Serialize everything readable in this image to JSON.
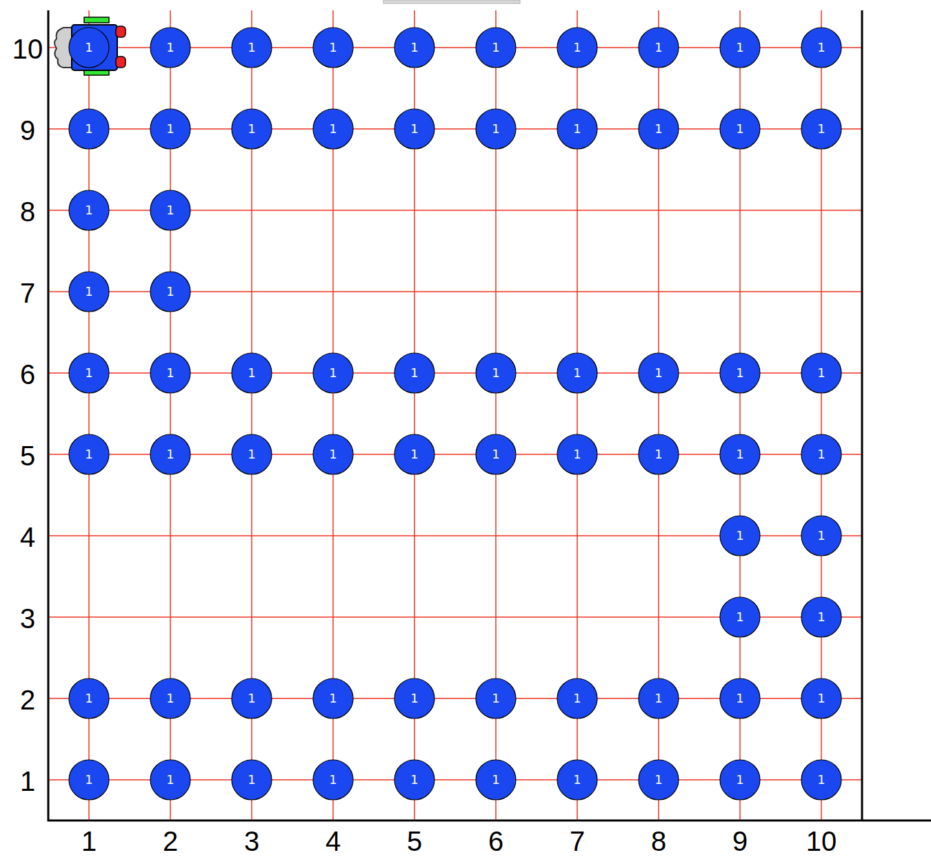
{
  "diagram": {
    "nodes": [
      {
        "text": [
          "1"
        ]
      },
      {
        "text": [
          "1"
        ]
      },
      {
        "text": [
          "1"
        ]
      },
      {
        "text": [
          "1"
        ]
      },
      {
        "text": [
          "1"
        ]
      },
      {
        "text": [
          "1"
        ]
      },
      {
        "text": [
          "1"
        ]
      },
      {
        "text": [
          "1"
        ]
      },
      {
        "text": [
          "1"
        ]
      },
      {
        "text": [
          "1"
        ]
      },
      {
        "text": [
          "1"
        ]
      },
      {
        "text": [
          "1"
        ]
      },
      {
        "text": [
          "1"
        ]
      },
      {
        "text": [
          "1"
        ]
      },
      {
        "text": [
          "1"
        ]
      },
      {
        "text": [
          "1"
        ]
      },
      {
        "text": [
          "1"
        ]
      },
      {
        "text": [
          "1"
        ]
      },
      {
        "text": [
          "1"
        ]
      },
      {
        "text": [
          "1"
        ]
      },
      {
        "text": [
          "1"
        ]
      },
      {
        "text": [
          "1"
        ]
      },
      {
        "text": [
          "1"
        ]
      },
      {
        "text": [
          "1"
        ]
      },
      {
        "text": [
          "1"
        ]
      },
      {
        "text": [
          "1"
        ]
      },
      {
        "text": [
          "1"
        ]
      },
      {
        "text": [
          "1"
        ]
      },
      {
        "text": [
          "1"
        ]
      },
      {
        "text": [
          "1"
        ]
      },
      {
        "text": [
          "1"
        ]
      },
      {
        "text": [
          "1"
        ]
      },
      {
        "text": [
          "1"
        ]
      },
      {
        "text": [
          "1"
        ]
      },
      {
        "text": [
          "1"
        ]
      },
      {
        "text": [
          "1"
        ]
      },
      {
        "text": [
          "1"
        ]
      },
      {
        "text": [
          "1"
        ]
      },
      {
        "text": [
          "1"
        ]
      },
      {
        "text": [
          "1"
        ]
      },
      {
        "text": [
          "1"
        ]
      },
      {
        "text": [
          "1"
        ]
      },
      {
        "text": [
          "1"
        ]
      },
      {
        "text": [
          "1"
        ]
      },
      {
        "text": [
          "1"
        ]
      },
      {
        "text": [
          "1"
        ]
      },
      {
        "text": [
          "1"
        ]
      },
      {
        "text": [
          "1"
        ]
      },
      {
        "text": [
          "1"
        ]
      },
      {
        "text": [
          "1"
        ]
      },
      {
        "text": [
          "1"
        ]
      },
      {
        "text": [
          "1"
        ]
      },
      {
        "text": [
          "1"
        ]
      },
      {
        "text": [
          "1"
        ]
      },
      {
        "text": [
          "1"
        ]
      },
      {
        "text": [
          "1"
        ]
      },
      {
        "text": [
          "1"
        ]
      },
      {
        "text": [
          "1"
        ]
      },
      {
        "text": [
          "1"
        ]
      },
      {
        "text": [
          "1"
        ]
      },
      {
        "text": [
          "1"
        ]
      },
      {
        "text": [
          "1"
        ]
      },
      {
        "text": [
          "1"
        ]
      },
      {
        "text": [
          "1"
        ]
      },
      {
        "text": [
          "1"
        ]
      },
      {
        "text": [
          "1"
        ]
      },
      {
        "text": [
          "1"
        ]
      },
      {
        "text": [
          "1"
        ]
      }
    ],
    "labels": [
      "10",
      "9",
      "8",
      "7",
      "6",
      "5",
      "4",
      "3",
      "2",
      "1",
      "1",
      "2",
      "3",
      "4",
      "5",
      "6",
      "7",
      "8",
      "9",
      "10"
    ]
  }
}
